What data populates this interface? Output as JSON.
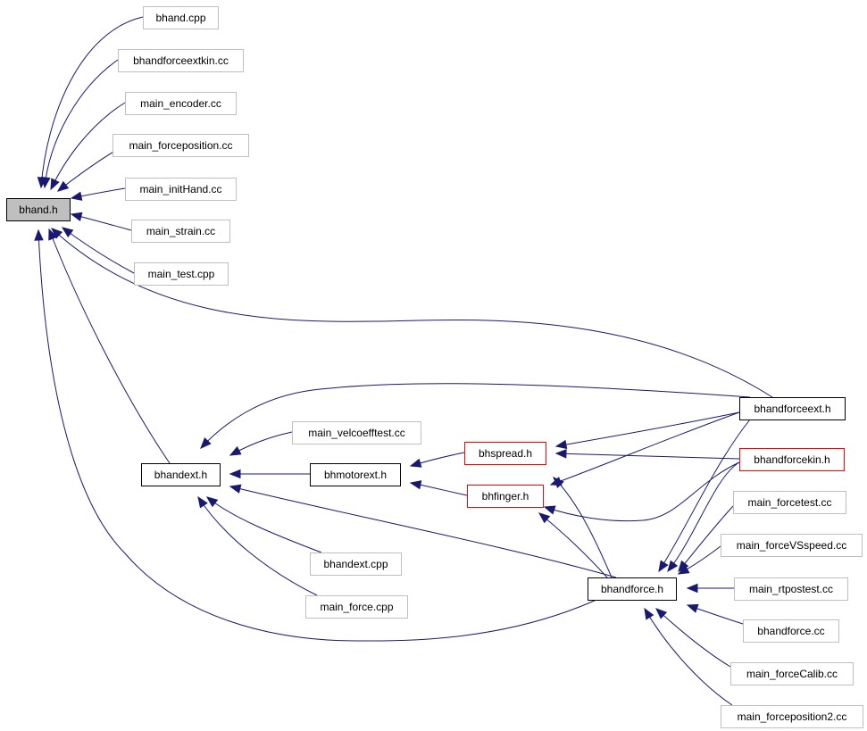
{
  "diagram": {
    "colors": {
      "edge": "#191970",
      "focus_fill": "#bfbfbf",
      "focus_border": "#000000",
      "linked_border": "#000000",
      "truncated_border": "#ff0000",
      "external_border": "#bfbfbf",
      "text": "#000000"
    },
    "nodes": [
      {
        "id": "bhand_h",
        "label": "bhand.h",
        "kind": "focus"
      },
      {
        "id": "bhand_cpp",
        "label": "bhand.cpp",
        "kind": "external"
      },
      {
        "id": "bhandforceextkin_cc",
        "label": "bhandforceextkin.cc",
        "kind": "external"
      },
      {
        "id": "main_encoder_cc",
        "label": "main_encoder.cc",
        "kind": "external"
      },
      {
        "id": "main_forceposition_cc",
        "label": "main_forceposition.cc",
        "kind": "external"
      },
      {
        "id": "main_inithand_cc",
        "label": "main_initHand.cc",
        "kind": "external"
      },
      {
        "id": "main_strain_cc",
        "label": "main_strain.cc",
        "kind": "external"
      },
      {
        "id": "main_test_cpp",
        "label": "main_test.cpp",
        "kind": "external"
      },
      {
        "id": "bhandforceext_h",
        "label": "bhandforceext.h",
        "kind": "linked"
      },
      {
        "id": "main_velcoefftest_cc",
        "label": "main_velcoefftest.cc",
        "kind": "external"
      },
      {
        "id": "bhspread_h",
        "label": "bhspread.h",
        "kind": "truncated"
      },
      {
        "id": "bhandforcekin_h",
        "label": "bhandforcekin.h",
        "kind": "truncated"
      },
      {
        "id": "bhandext_h",
        "label": "bhandext.h",
        "kind": "linked"
      },
      {
        "id": "bhmotorext_h",
        "label": "bhmotorext.h",
        "kind": "linked"
      },
      {
        "id": "bhfinger_h",
        "label": "bhfinger.h",
        "kind": "truncated"
      },
      {
        "id": "main_forcetest_cc",
        "label": "main_forcetest.cc",
        "kind": "external"
      },
      {
        "id": "main_forcevsspeed_cc",
        "label": "main_forceVSspeed.cc",
        "kind": "external"
      },
      {
        "id": "bhandext_cpp",
        "label": "bhandext.cpp",
        "kind": "external"
      },
      {
        "id": "bhandforce_h",
        "label": "bhandforce.h",
        "kind": "linked"
      },
      {
        "id": "main_rtpostest_cc",
        "label": "main_rtpostest.cc",
        "kind": "external"
      },
      {
        "id": "main_force_cpp",
        "label": "main_force.cpp",
        "kind": "external"
      },
      {
        "id": "bhandforce_cc",
        "label": "bhandforce.cc",
        "kind": "external"
      },
      {
        "id": "main_forcecalib_cc",
        "label": "main_forceCalib.cc",
        "kind": "external"
      },
      {
        "id": "main_forceposition2_cc",
        "label": "main_forceposition2.cc",
        "kind": "external"
      }
    ],
    "edges": [
      {
        "from": "bhand_cpp",
        "to": "bhand_h"
      },
      {
        "from": "bhandforceextkin_cc",
        "to": "bhand_h"
      },
      {
        "from": "main_encoder_cc",
        "to": "bhand_h"
      },
      {
        "from": "main_forceposition_cc",
        "to": "bhand_h"
      },
      {
        "from": "main_inithand_cc",
        "to": "bhand_h"
      },
      {
        "from": "main_strain_cc",
        "to": "bhand_h"
      },
      {
        "from": "main_test_cpp",
        "to": "bhand_h"
      },
      {
        "from": "bhandforceext_h",
        "to": "bhand_h"
      },
      {
        "from": "bhandext_h",
        "to": "bhand_h"
      },
      {
        "from": "bhandforce_h",
        "to": "bhand_h"
      },
      {
        "from": "bhandforceext_h",
        "to": "bhandext_h"
      },
      {
        "from": "main_velcoefftest_cc",
        "to": "bhandext_h"
      },
      {
        "from": "bhmotorext_h",
        "to": "bhandext_h"
      },
      {
        "from": "bhandforce_h",
        "to": "bhandext_h"
      },
      {
        "from": "bhandext_cpp",
        "to": "bhandext_h"
      },
      {
        "from": "main_force_cpp",
        "to": "bhandext_h"
      },
      {
        "from": "bhspread_h",
        "to": "bhmotorext_h"
      },
      {
        "from": "bhfinger_h",
        "to": "bhmotorext_h"
      },
      {
        "from": "bhandforceext_h",
        "to": "bhspread_h"
      },
      {
        "from": "bhandforcekin_h",
        "to": "bhspread_h"
      },
      {
        "from": "bhandforce_h",
        "to": "bhspread_h"
      },
      {
        "from": "bhandforceext_h",
        "to": "bhfinger_h"
      },
      {
        "from": "bhandforcekin_h",
        "to": "bhfinger_h"
      },
      {
        "from": "bhandforce_h",
        "to": "bhfinger_h"
      },
      {
        "from": "bhandforceext_h",
        "to": "bhandforce_h"
      },
      {
        "from": "bhandforcekin_h",
        "to": "bhandforce_h"
      },
      {
        "from": "main_forcetest_cc",
        "to": "bhandforce_h"
      },
      {
        "from": "main_forcevsspeed_cc",
        "to": "bhandforce_h"
      },
      {
        "from": "main_rtpostest_cc",
        "to": "bhandforce_h"
      },
      {
        "from": "bhandforce_cc",
        "to": "bhandforce_h"
      },
      {
        "from": "main_forcecalib_cc",
        "to": "bhandforce_h"
      },
      {
        "from": "main_forceposition2_cc",
        "to": "bhandforce_h"
      }
    ]
  }
}
